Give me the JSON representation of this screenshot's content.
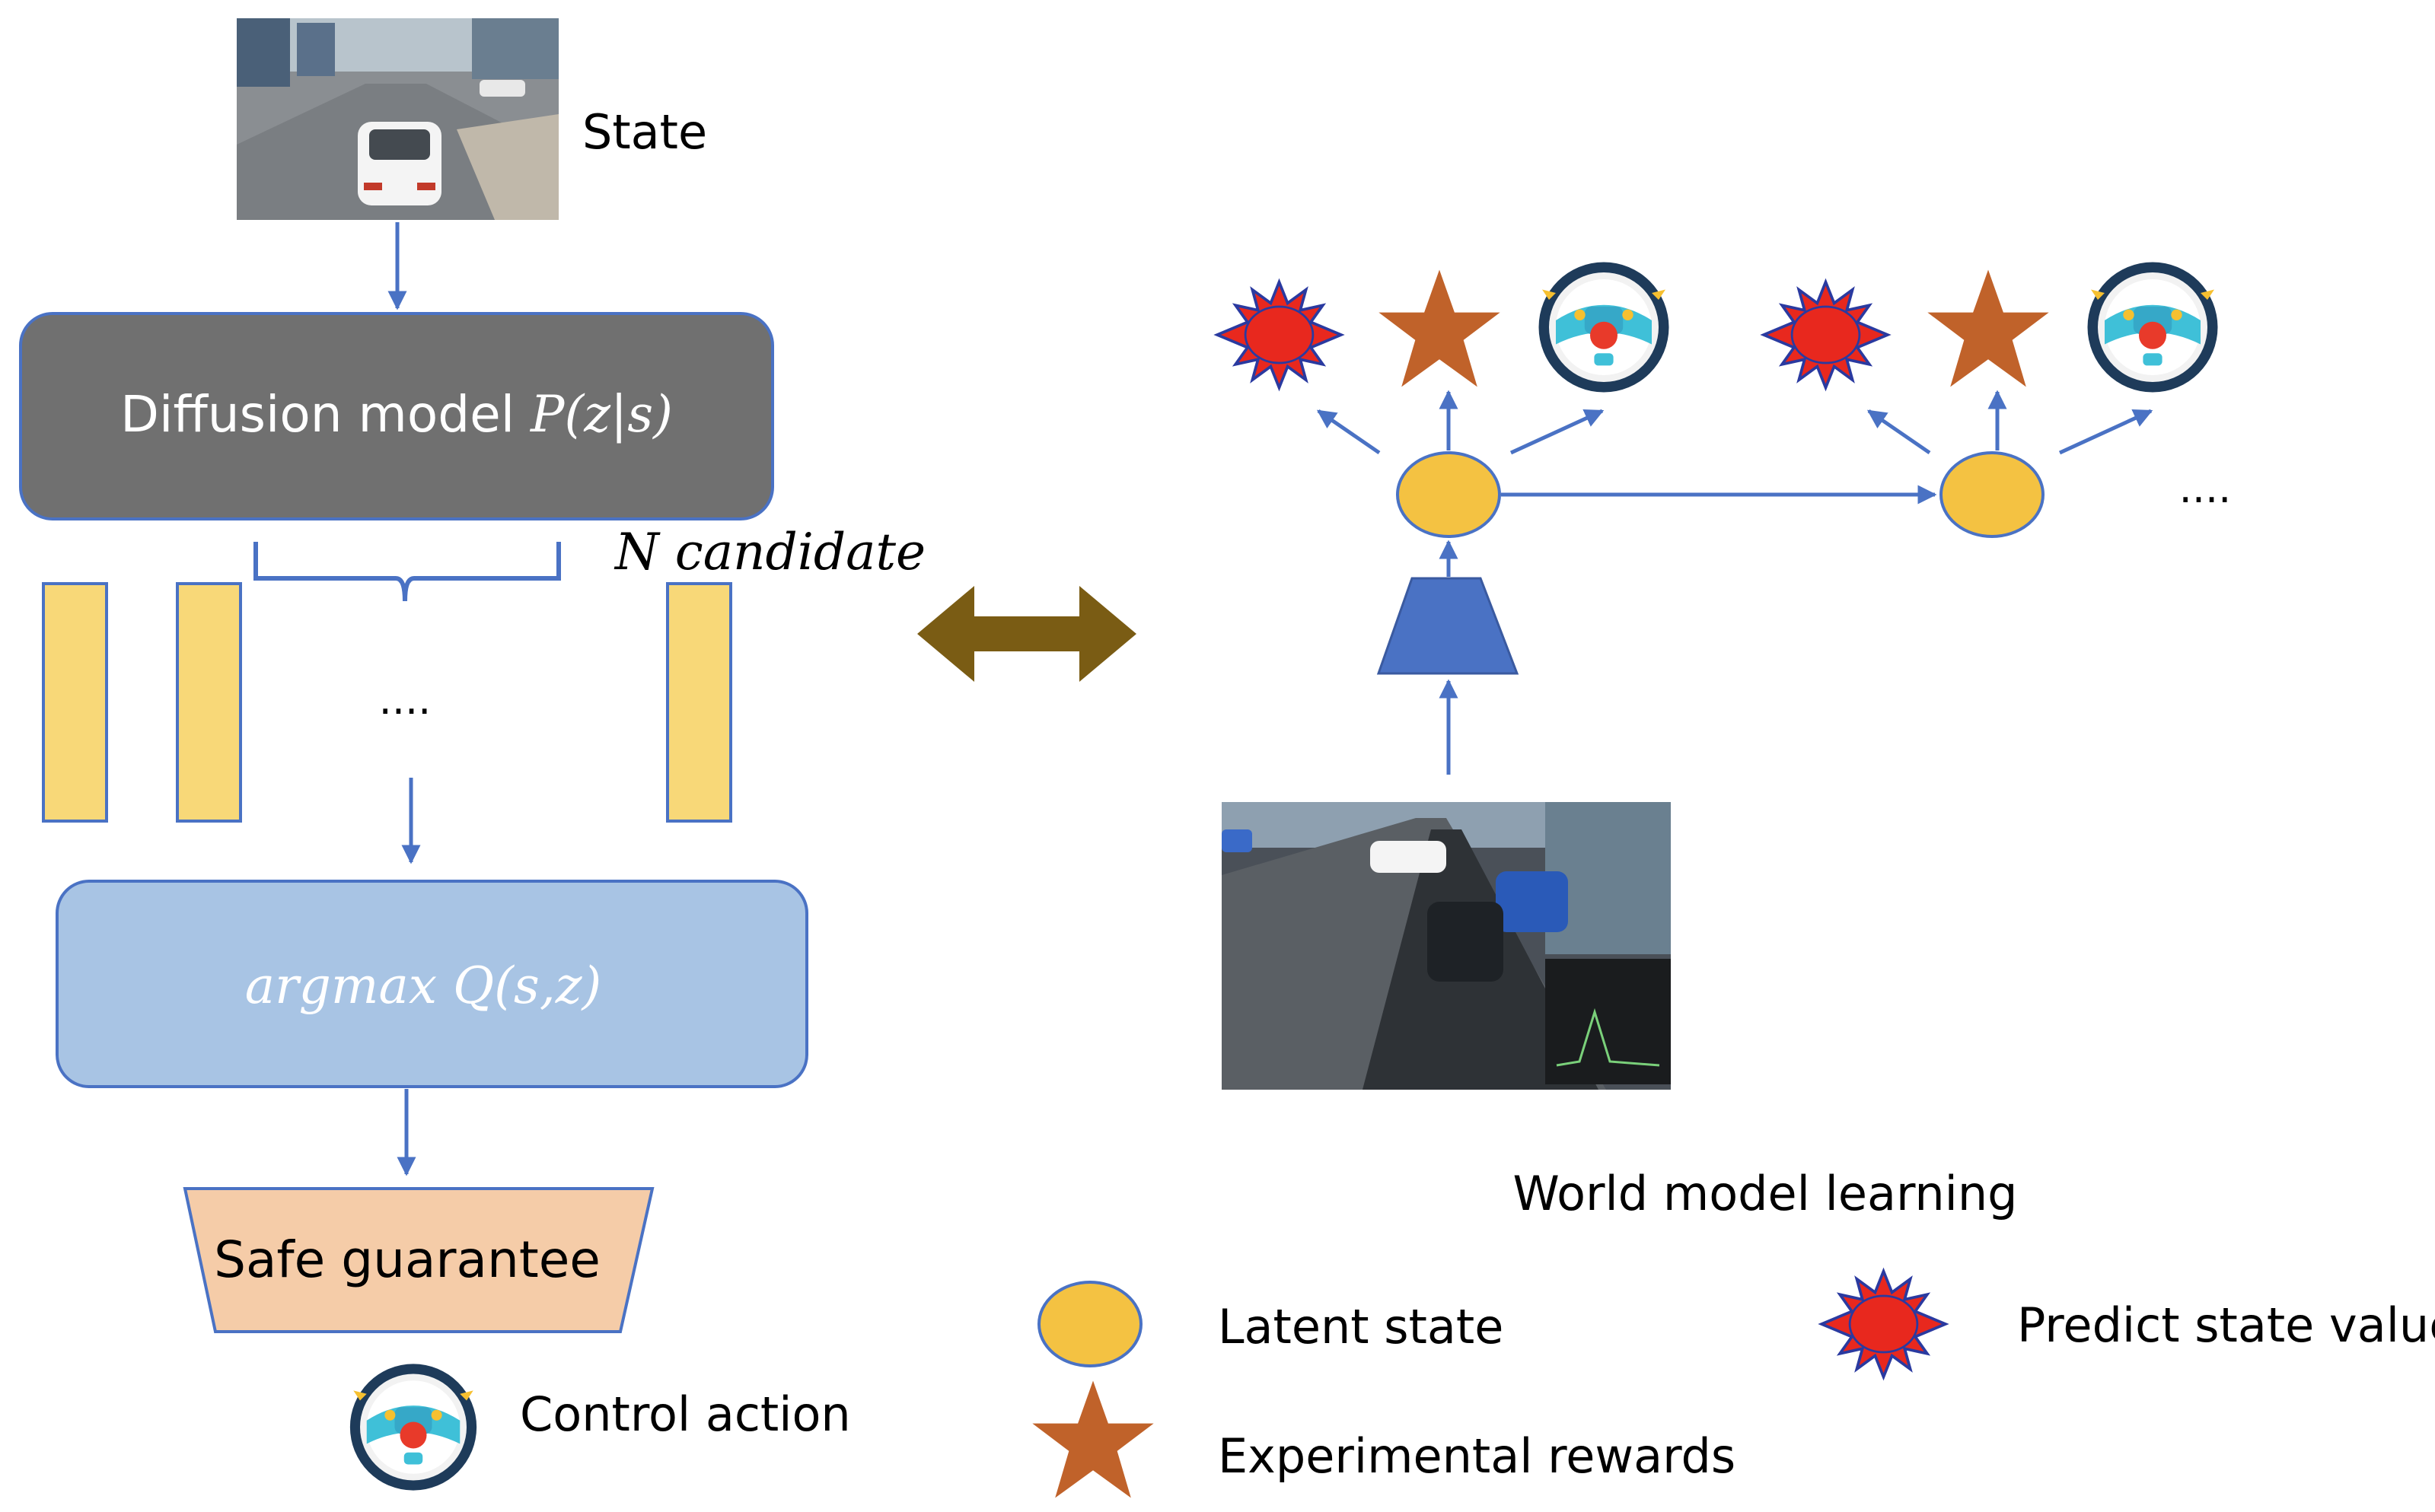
{
  "labels": {
    "state": "State",
    "diffusion_text": "Diffusion model ",
    "diffusion_math": "P(z|s)",
    "n_candidate": "N candidate",
    "dots_left": "....",
    "dots_right": "....",
    "argmax": "argmax Q(s,z)",
    "safe_guarantee": "Safe guarantee",
    "control_action": "Control action",
    "world_model_learning": "World model learning"
  },
  "legend": [
    {
      "icon": "latent-state-ellipse-icon",
      "label": "Latent state"
    },
    {
      "icon": "orange-star-icon",
      "label": "Experimental rewards"
    },
    {
      "icon": "red-sun-burst-icon",
      "label": "Predict state value"
    }
  ],
  "colors": {
    "diffusion_box": "#707070",
    "argmax_box": "#a8c4e4",
    "safe_box": "#f5cca8",
    "candidate_bar": "#f8d878",
    "arrow_blue": "#4a72c4",
    "double_arrow": "#7a5c14",
    "latent_ellipse": "#f4c242",
    "star": "#c0622a",
    "sun": "#e8281e",
    "sun_rays": "#2a3aa0",
    "encoder": "#4a72c4"
  }
}
